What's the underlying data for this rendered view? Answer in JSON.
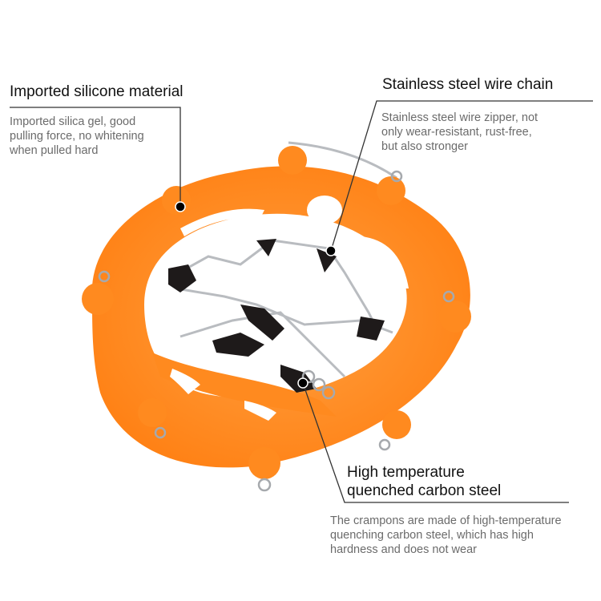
{
  "callouts": [
    {
      "title": "Imported silicone material",
      "description": [
        "Imported silica gel, good",
        "pulling force, no whitening",
        "when pulled hard"
      ]
    },
    {
      "title": "Stainless steel wire chain",
      "description": [
        "Stainless steel wire zipper, not",
        "only wear-resistant, rust-free,",
        "but also stronger"
      ]
    },
    {
      "title_lines": [
        "High temperature",
        "quenched carbon steel"
      ],
      "description": [
        "The crampons are made of high-temperature",
        "quenching carbon steel, which has high",
        "hardness and does not wear"
      ]
    }
  ],
  "colors": {
    "silicone_orange": "#ff8a1f",
    "steel": "#b9bcc0",
    "carbon_black": "#1e1a1a",
    "leader_line": "#333333"
  }
}
